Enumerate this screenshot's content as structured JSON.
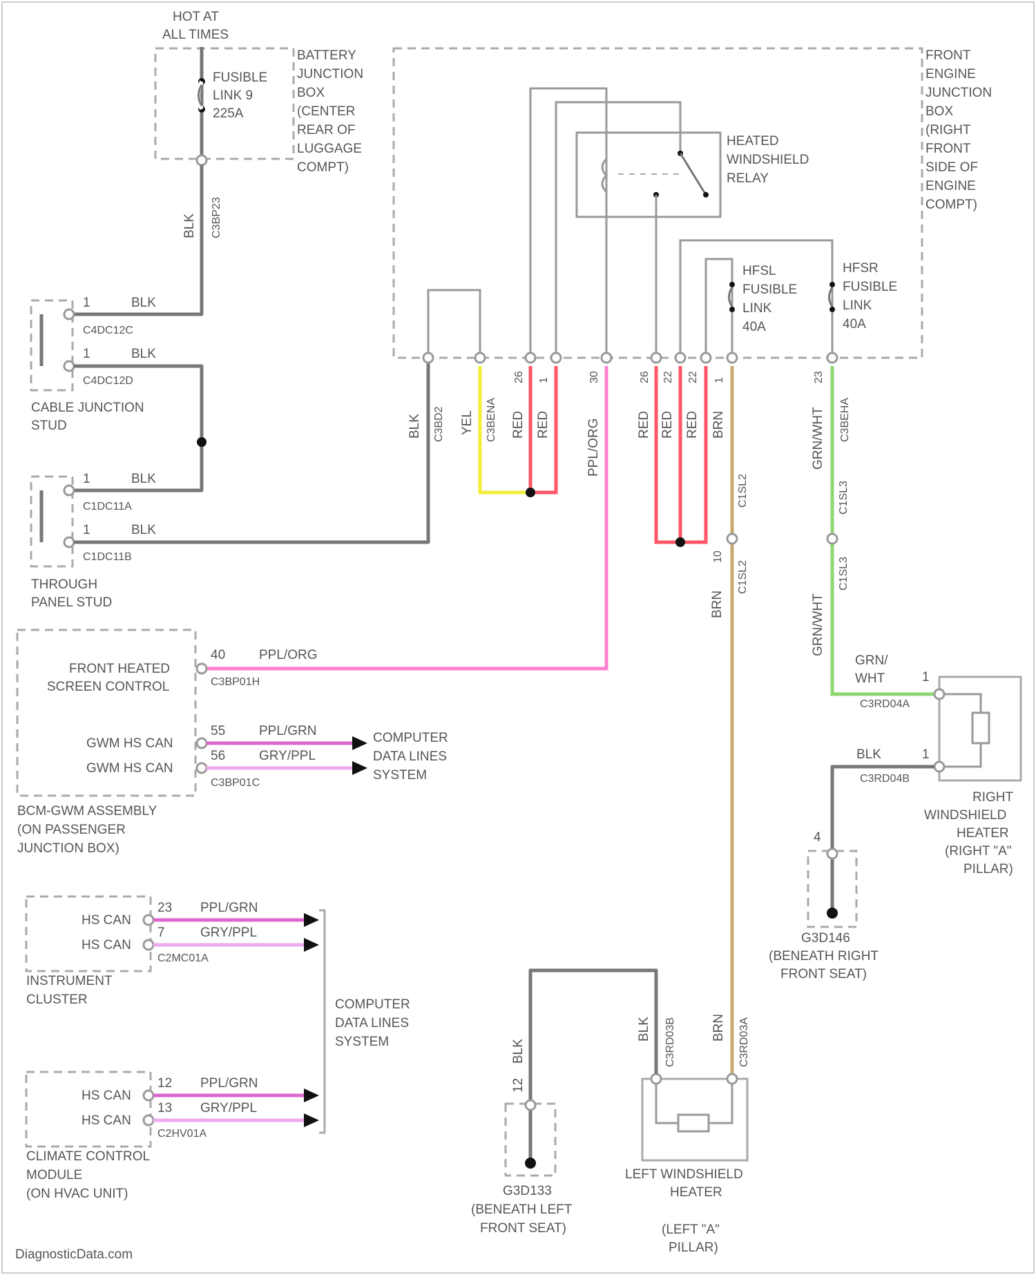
{
  "colors": {
    "wire_default": "#777777",
    "wire_yellow": "#f2ee3a",
    "wire_red": "#ff5566",
    "wire_pink": "#ff7fd0",
    "wire_green": "#8fd670",
    "wire_tan": "#c8aa70",
    "can_high": "#dd66cc",
    "can_low": "#eeaaee",
    "border": "#cccccc"
  },
  "hot_label": [
    "HOT AT",
    "ALL TIMES"
  ],
  "battery_box": {
    "fuse_label": [
      "FUSIBLE",
      "LINK 9",
      "225A"
    ],
    "label": [
      "BATTERY",
      "JUNCTION",
      "BOX",
      "(CENTER",
      "REAR OF",
      "LUGGAGE",
      "COMPT)"
    ],
    "wire_color": "BLK",
    "connector": "C3BP23"
  },
  "front_box": {
    "label": [
      "FRONT",
      "ENGINE",
      "JUNCTION",
      "BOX",
      "(RIGHT",
      "FRONT",
      "SIDE OF",
      "ENGINE",
      "COMPT)"
    ],
    "relay_label": [
      "HEATED",
      "WINDSHIELD",
      "RELAY"
    ],
    "hfsl_label": [
      "HFSL",
      "FUSIBLE",
      "LINK",
      "40A"
    ],
    "hfsr_label": [
      "HFSR",
      "FUSIBLE",
      "LINK",
      "40A"
    ]
  },
  "cable_stud": {
    "pin1": "1",
    "wire1": "BLK",
    "conn1": "C4DC12C",
    "pin2": "1",
    "wire2": "BLK",
    "conn2": "C4DC12D",
    "label": [
      "CABLE JUNCTION",
      "STUD"
    ]
  },
  "through_stud": {
    "pin1": "1",
    "wire1": "BLK",
    "conn1": "C1DC11A",
    "pin2": "1",
    "wire2": "BLK",
    "conn2": "C1DC11B",
    "label": [
      "THROUGH",
      "PANEL STUD"
    ]
  },
  "front_box_wires": {
    "w1": {
      "color": "BLK",
      "conn": "C3BD2"
    },
    "w2": {
      "color": "YEL",
      "conn": "C3BENA"
    },
    "w3": {
      "pin": "26",
      "color": "RED"
    },
    "w4": {
      "pin": "1",
      "color": "RED"
    },
    "w5": {
      "pin": "30",
      "color": "PPL/ORG"
    },
    "w6": {
      "pin": "26",
      "color": "RED"
    },
    "w7": {
      "pin": "22",
      "color": "RED"
    },
    "w8": {
      "pin": "22",
      "color": "RED"
    },
    "w9": {
      "pin": "1",
      "color": "BRN"
    },
    "w10": {
      "pin": "23",
      "color": "GRN/WHT",
      "conn": "C3BEHA"
    }
  },
  "splices": {
    "s1": "C1SL2",
    "s2": "C1SL3",
    "s1_pin": "10",
    "s1_color": "BRN",
    "s2_color": "GRN/WHT"
  },
  "bcm": {
    "box_label": [
      "FRONT HEATED",
      "SCREEN CONTROL"
    ],
    "pin1": "40",
    "wire1": "PPL/ORG",
    "conn1": "C3BP01H",
    "can_h": "GWM HS CAN",
    "can_l": "GWM HS CAN",
    "pin2": "55",
    "wire2": "PPL/GRN",
    "pin3": "56",
    "wire3": "GRY/PPL",
    "conn2": "C3BP01C",
    "dest": [
      "COMPUTER",
      "DATA LINES",
      "SYSTEM"
    ],
    "label": [
      "BCM-GWM ASSEMBLY",
      "(ON PASSENGER",
      "JUNCTION BOX)"
    ]
  },
  "instrument": {
    "can_h": "HS CAN",
    "can_l": "HS CAN",
    "pin1": "23",
    "wire1": "PPL/GRN",
    "pin2": "7",
    "wire2": "GRY/PPL",
    "conn": "C2MC01A",
    "label": [
      "INSTRUMENT",
      "CLUSTER"
    ]
  },
  "climate": {
    "can_h": "HS CAN",
    "can_l": "HS CAN",
    "pin1": "12",
    "wire1": "PPL/GRN",
    "pin2": "13",
    "wire2": "GRY/PPL",
    "conn": "C2HV01A",
    "label": [
      "CLIMATE CONTROL",
      "MODULE",
      "(ON HVAC UNIT)"
    ]
  },
  "computer_data": [
    "COMPUTER",
    "DATA LINES",
    "SYSTEM"
  ],
  "right_heater": {
    "pin1": "1",
    "wire1": [
      "GRN/",
      "WHT"
    ],
    "conn1": "C3RD04A",
    "pin2": "1",
    "wire2": "BLK",
    "conn2": "C3RD04B",
    "label": [
      "RIGHT",
      "WINDSHIELD",
      "HEATER",
      "(RIGHT \"A\"",
      "PILLAR)"
    ]
  },
  "right_ground": {
    "pin": "4",
    "name": "G3D146",
    "label": [
      "(BENEATH RIGHT",
      "FRONT SEAT)"
    ]
  },
  "left_heater": {
    "wire1": "BLK",
    "conn1": "C3RD03B",
    "wire2": "BRN",
    "conn2": "C3RD03A",
    "label": [
      "LEFT WINDSHIELD",
      "HEATER",
      "(LEFT \"A\"",
      "PILLAR)"
    ]
  },
  "left_ground": {
    "pin": "12",
    "wire": "BLK",
    "name": "G3D133",
    "label": [
      "(BENEATH LEFT",
      "FRONT SEAT)"
    ]
  },
  "watermark": "DiagnosticData.com"
}
